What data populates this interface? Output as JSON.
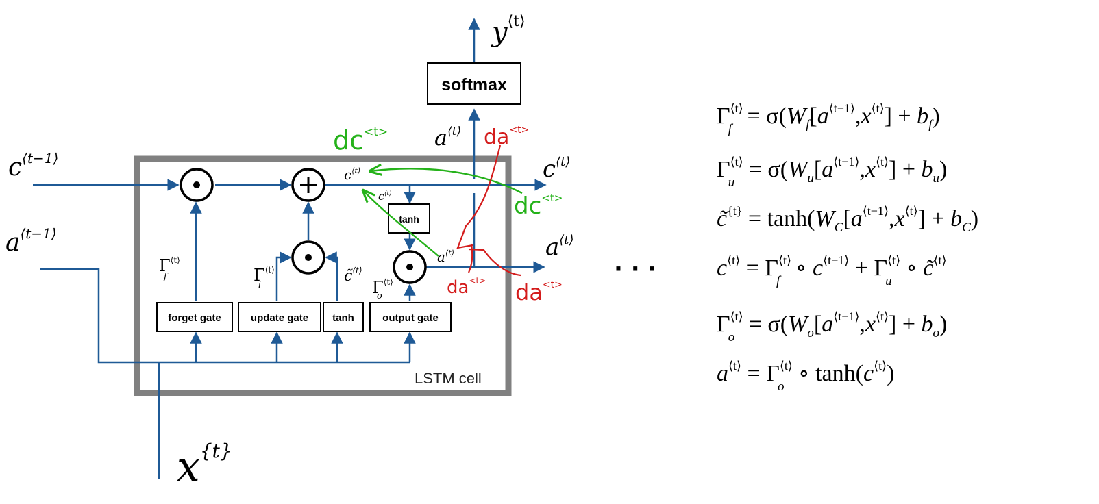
{
  "diagram": {
    "output_label": "y",
    "output_sup": "⟨t⟩",
    "softmax_label": "softmax",
    "cell_label": "LSTM cell",
    "gates": {
      "forget": "forget gate",
      "update": "update gate",
      "tanh": "tanh",
      "output": "output gate",
      "inner_tanh": "tanh"
    },
    "symbols": {
      "elementwise_product": "⊙",
      "plus": "+",
      "dots": "· · ·"
    },
    "labels": {
      "c_prev": "c",
      "c_prev_sup": "⟨t−1⟩",
      "a_prev": "a",
      "a_prev_sup": "⟨t−1⟩",
      "x": "x",
      "x_sup": "{t}",
      "c_out": "c",
      "c_out_sup": "⟨t⟩",
      "a_out": "a",
      "a_out_sup": "⟨t⟩",
      "a_up": "a",
      "a_up_sup": "⟨t⟩",
      "c_inner": "c",
      "c_inner_sup": "⟨t⟩",
      "c_small": "c",
      "c_small_sup": "⟨t⟩",
      "a_inner": "a",
      "a_inner_sup": "⟨t⟩",
      "gamma_f": "Γ",
      "gamma_f_sub": "f",
      "gamma_i": "Γ",
      "gamma_i_sub": "i",
      "gamma_o": "Γ",
      "gamma_o_sub": "o",
      "ctilde": "c̃",
      "t_sup": "⟨t⟩"
    },
    "annotations": {
      "dc_top": "dc",
      "dc_top_sup": "<t>",
      "dc_right": "dc",
      "dc_right_sup": "<t>",
      "da_top": "da",
      "da_top_sup": "<t>",
      "da_mid": "da",
      "da_mid_sup": "<t>",
      "da_right": "da",
      "da_right_sup": "<t>"
    },
    "colors": {
      "arrow": "#1f5a96",
      "cell_border": "#808080",
      "green_annotation": "#25b21a",
      "red_annotation": "#d41c1c"
    }
  },
  "equations": [
    {
      "lhs": "Γ_f^⟨t⟩",
      "rhs": "= σ(W_f[a^⟨t−1⟩, x^⟨t⟩] + b_f)"
    },
    {
      "lhs": "Γ_u^⟨t⟩",
      "rhs": "= σ(W_u[a^⟨t−1⟩, x^⟨t⟩] + b_u)"
    },
    {
      "lhs": "c̃^{t}",
      "rhs": "= tanh(W_C[a^⟨t−1⟩, x^⟨t⟩] + b_C)"
    },
    {
      "lhs": "c^⟨t⟩",
      "rhs": "= Γ_f^⟨t⟩ ∘ c^⟨t−1⟩ + Γ_u^⟨t⟩ ∘ c̃^⟨t⟩"
    },
    {
      "lhs": "Γ_o^⟨t⟩",
      "rhs": "= σ(W_o[a^⟨t−1⟩, x^⟨t⟩] + b_o)"
    },
    {
      "lhs": "a^⟨t⟩",
      "rhs": "= Γ_o^⟨t⟩ ∘ tanh(c^⟨t⟩)"
    }
  ]
}
